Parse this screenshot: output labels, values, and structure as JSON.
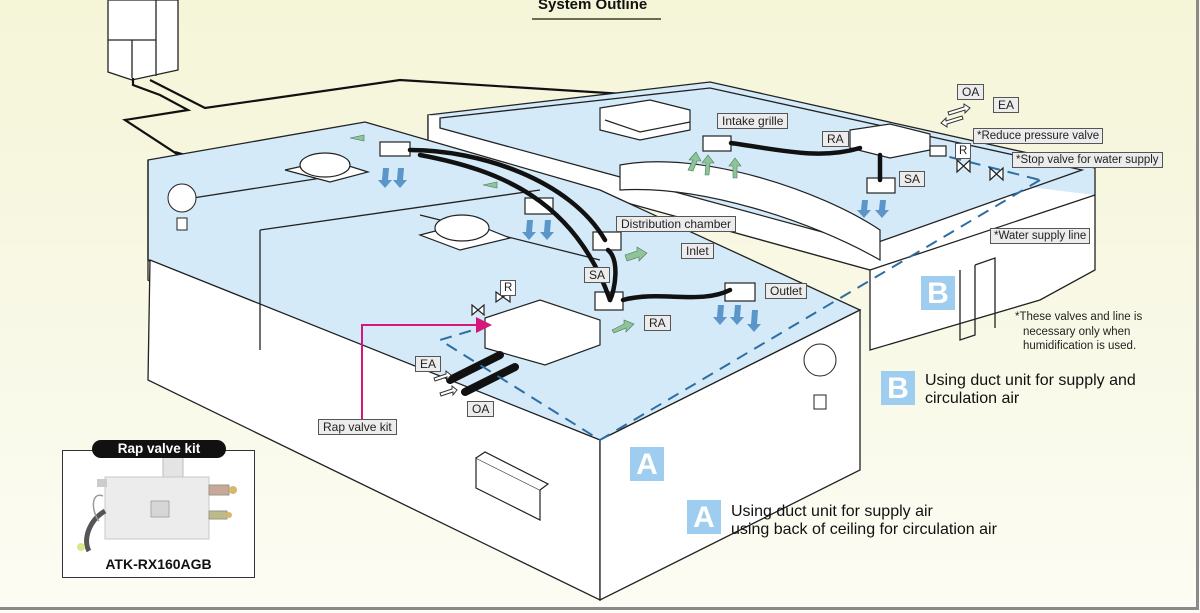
{
  "title": "System Outline",
  "labels": {
    "intake_grille": "Intake grille",
    "ra_right": "RA",
    "oa_top": "OA",
    "ea_top": "EA",
    "reduce_pressure_valve": "*Reduce pressure valve",
    "stop_valve": "*Stop valve for water supply",
    "sa_right": "SA",
    "water_supply_line": "*Water supply line",
    "distribution_chamber": "Distribution chamber",
    "inlet": "Inlet",
    "sa_center": "SA",
    "outlet": "Outlet",
    "ra_center": "RA",
    "ea_left": "EA",
    "oa_left": "OA",
    "rap_valve_kit": "Rap valve kit",
    "valve_r_left": "R",
    "valve_r_right": "R"
  },
  "note": {
    "line1": "*These valves and line is",
    "line2": "necessary only when",
    "line3": "humidification is used."
  },
  "legend": {
    "a": {
      "badge": "A",
      "line1": "Using duct unit for supply air",
      "line2": "using back of ceiling for circulation air"
    },
    "b": {
      "badge": "B",
      "line1": "Using duct unit for supply and",
      "line2": "circulation air"
    }
  },
  "zone_badges": {
    "a": "A",
    "b": "B"
  },
  "kit": {
    "title": "Rap valve kit",
    "model": "ATK-RX160AGB"
  },
  "colors": {
    "floor_blue": "#d4eaf8",
    "badge_blue": "#9fcdef",
    "supply_arrow": "#5b95c9",
    "return_arrow": "#8fc49a",
    "water_line": "#2e6ea3",
    "rap_line": "#d8157a"
  }
}
